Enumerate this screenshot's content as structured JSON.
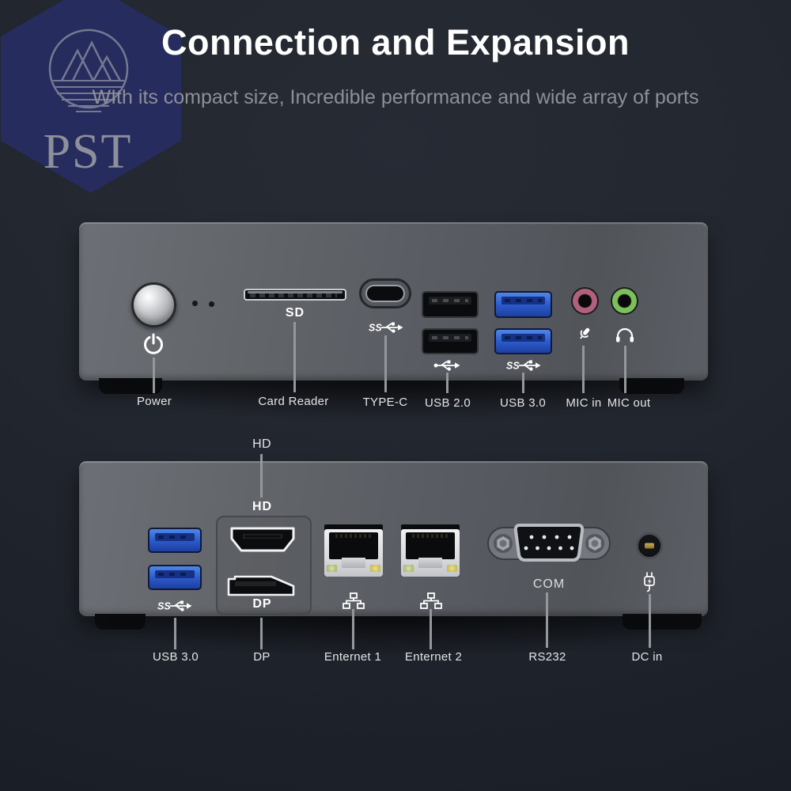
{
  "header": {
    "title": "Connection and Expansion",
    "subtitle": "WIth its compact size, Incredible performance and wide array of ports"
  },
  "logo": {
    "text": "PST"
  },
  "front_panel": {
    "sd_mark": "SD",
    "labels": {
      "power": "Power",
      "card_reader": "Card Reader",
      "type_c": "TYPE-C",
      "usb2": "USB 2.0",
      "usb3": "USB 3.0",
      "mic_in": "MIC in",
      "mic_out": "MIC out"
    }
  },
  "rear_panel": {
    "hd_callout": "HD",
    "marks": {
      "hd": "HD",
      "dp": "DP",
      "com": "COM"
    },
    "labels": {
      "usb3": "USB 3.0",
      "dp": "DP",
      "eth1": "Enternet 1",
      "eth2": "Enternet 2",
      "rs232": "RS232",
      "dc_in": "DC in"
    }
  },
  "icons": {
    "ss_label": "SS"
  },
  "colors": {
    "background": "#22262e",
    "case_gray": "#5c5f66",
    "usb3_blue": "#2e62c8",
    "usb2_black": "#0b0c0e",
    "mic_in_ring": "#b0617c",
    "mic_out_ring": "#7dc05a",
    "logo_hex_navy": "#272c60",
    "label_text": "#e3e4e6",
    "leader_line": "#94979c",
    "title_text": "#ffffff"
  }
}
